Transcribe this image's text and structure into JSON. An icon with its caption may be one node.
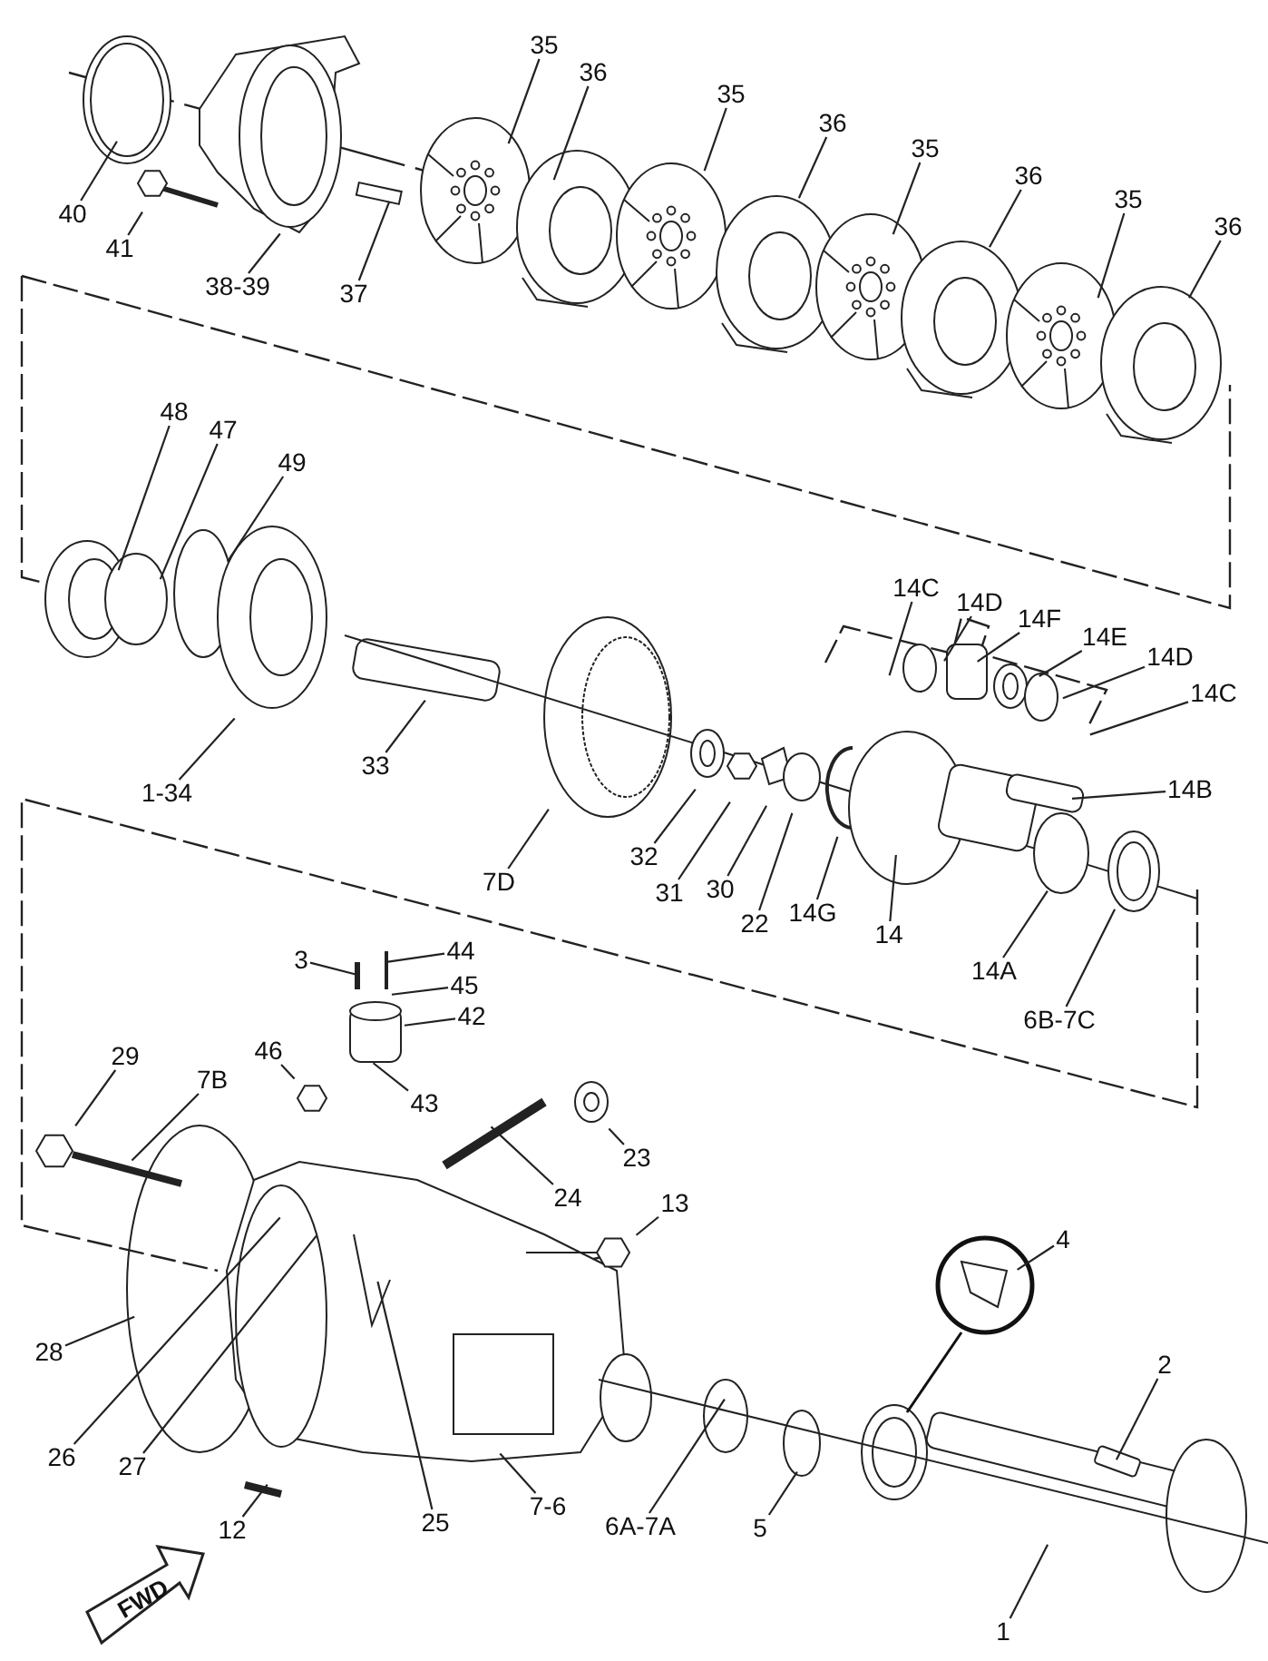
{
  "diagram": {
    "nodes": [
      {
        "text": [
          "40"
        ]
      },
      {
        "text": [
          "41"
        ]
      },
      {
        "text": [
          "38-39"
        ]
      },
      {
        "text": [
          "37"
        ]
      },
      {
        "text": [
          "35"
        ]
      },
      {
        "text": [
          "36"
        ]
      },
      {
        "text": [
          "35"
        ]
      },
      {
        "text": [
          "36"
        ]
      },
      {
        "text": [
          "35"
        ]
      },
      {
        "text": [
          "36"
        ]
      },
      {
        "text": [
          "35"
        ]
      },
      {
        "text": [
          "36"
        ]
      },
      {
        "text": [
          "48"
        ]
      },
      {
        "text": [
          "47"
        ]
      },
      {
        "text": [
          "49"
        ]
      },
      {
        "text": [
          "1-34"
        ]
      },
      {
        "text": [
          "33"
        ]
      },
      {
        "text": [
          "7D"
        ]
      },
      {
        "text": [
          "32"
        ]
      },
      {
        "text": [
          "31"
        ]
      },
      {
        "text": [
          "30"
        ]
      },
      {
        "text": [
          "22"
        ]
      },
      {
        "text": [
          "14G"
        ]
      },
      {
        "text": [
          "14"
        ]
      },
      {
        "text": [
          "14A"
        ]
      },
      {
        "text": [
          "6B-7C"
        ]
      },
      {
        "text": [
          "14C"
        ]
      },
      {
        "text": [
          "14D"
        ]
      },
      {
        "text": [
          "14F"
        ]
      },
      {
        "text": [
          "14E"
        ]
      },
      {
        "text": [
          "14D"
        ]
      },
      {
        "text": [
          "14C"
        ]
      },
      {
        "text": [
          "14B"
        ]
      },
      {
        "text": [
          "3"
        ]
      },
      {
        "text": [
          "44"
        ]
      },
      {
        "text": [
          "45"
        ]
      },
      {
        "text": [
          "42"
        ]
      },
      {
        "text": [
          "43"
        ]
      },
      {
        "text": [
          "46"
        ]
      },
      {
        "text": [
          "29"
        ]
      },
      {
        "text": [
          "7B"
        ]
      },
      {
        "text": [
          "23"
        ]
      },
      {
        "text": [
          "24"
        ]
      },
      {
        "text": [
          "13"
        ]
      },
      {
        "text": [
          "28"
        ]
      },
      {
        "text": [
          "26"
        ]
      },
      {
        "text": [
          "27"
        ]
      },
      {
        "text": [
          "25"
        ]
      },
      {
        "text": [
          "12"
        ]
      },
      {
        "text": [
          "7-6"
        ]
      },
      {
        "text": [
          "6A-7A"
        ]
      },
      {
        "text": [
          "5"
        ]
      },
      {
        "text": [
          "4"
        ]
      },
      {
        "text": [
          "2"
        ]
      },
      {
        "text": [
          "1"
        ]
      }
    ],
    "edges": [
      {
        "from": 0,
        "to": null,
        "arrow": "none"
      },
      {
        "from": 1,
        "to": null,
        "arrow": "none"
      },
      {
        "from": 2,
        "to": null,
        "arrow": "none"
      },
      {
        "from": 3,
        "to": null,
        "arrow": "none"
      },
      {
        "from": 4,
        "to": null,
        "arrow": "none"
      },
      {
        "from": 5,
        "to": null,
        "arrow": "none"
      },
      {
        "from": 6,
        "to": null,
        "arrow": "none"
      },
      {
        "from": 7,
        "to": null,
        "arrow": "none"
      },
      {
        "from": 8,
        "to": null,
        "arrow": "none"
      },
      {
        "from": 9,
        "to": null,
        "arrow": "none"
      },
      {
        "from": 10,
        "to": null,
        "arrow": "none"
      },
      {
        "from": 11,
        "to": null,
        "arrow": "none"
      },
      {
        "from": 12,
        "to": null,
        "arrow": "none"
      },
      {
        "from": 13,
        "to": null,
        "arrow": "none"
      },
      {
        "from": 14,
        "to": null,
        "arrow": "none"
      },
      {
        "from": 15,
        "to": null,
        "arrow": "none"
      },
      {
        "from": 16,
        "to": null,
        "arrow": "none"
      },
      {
        "from": 17,
        "to": null,
        "arrow": "none"
      },
      {
        "from": 18,
        "to": null,
        "arrow": "none"
      },
      {
        "from": 19,
        "to": null,
        "arrow": "none"
      },
      {
        "from": 20,
        "to": null,
        "arrow": "none"
      },
      {
        "from": 21,
        "to": null,
        "arrow": "none"
      },
      {
        "from": 22,
        "to": null,
        "arrow": "none"
      },
      {
        "from": 23,
        "to": null,
        "arrow": "none"
      },
      {
        "from": 24,
        "to": null,
        "arrow": "none"
      },
      {
        "from": 25,
        "to": null,
        "arrow": "none"
      },
      {
        "from": 26,
        "to": null,
        "arrow": "none"
      },
      {
        "from": 27,
        "to": null,
        "arrow": "none"
      },
      {
        "from": 28,
        "to": null,
        "arrow": "none"
      },
      {
        "from": 29,
        "to": null,
        "arrow": "none"
      },
      {
        "from": 30,
        "to": null,
        "arrow": "none"
      },
      {
        "from": 31,
        "to": null,
        "arrow": "none"
      },
      {
        "from": 32,
        "to": null,
        "arrow": "none"
      },
      {
        "from": 33,
        "to": null,
        "arrow": "none"
      },
      {
        "from": 34,
        "to": null,
        "arrow": "none"
      },
      {
        "from": 35,
        "to": null,
        "arrow": "none"
      },
      {
        "from": 36,
        "to": null,
        "arrow": "none"
      },
      {
        "from": 37,
        "to": null,
        "arrow": "none"
      },
      {
        "from": 38,
        "to": null,
        "arrow": "none"
      },
      {
        "from": 39,
        "to": null,
        "arrow": "none"
      },
      {
        "from": 40,
        "to": null,
        "arrow": "none"
      },
      {
        "from": 41,
        "to": null,
        "arrow": "none"
      },
      {
        "from": 42,
        "to": null,
        "arrow": "none"
      },
      {
        "from": 43,
        "to": null,
        "arrow": "none"
      },
      {
        "from": 44,
        "to": null,
        "arrow": "none"
      },
      {
        "from": 45,
        "to": null,
        "arrow": "none"
      },
      {
        "from": 46,
        "to": null,
        "arrow": "none"
      },
      {
        "from": 47,
        "to": null,
        "arrow": "none"
      },
      {
        "from": 48,
        "to": null,
        "arrow": "none"
      },
      {
        "from": 49,
        "to": null,
        "arrow": "none"
      },
      {
        "from": 50,
        "to": null,
        "arrow": "none"
      },
      {
        "from": 51,
        "to": null,
        "arrow": "none"
      },
      {
        "from": 52,
        "to": null,
        "arrow": "none"
      },
      {
        "from": 53,
        "to": null,
        "arrow": "none"
      },
      {
        "from": 54,
        "to": null,
        "arrow": "none"
      }
    ],
    "labels": [
      "FWD"
    ]
  }
}
